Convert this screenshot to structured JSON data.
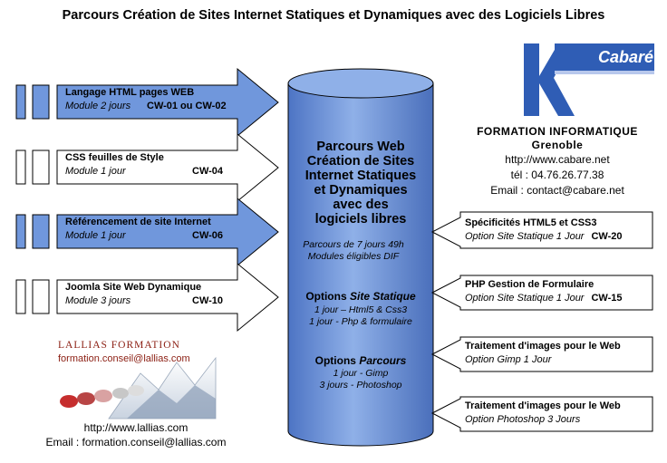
{
  "title": "Parcours Création de Sites Internet Statiques et Dynamiques avec des Logiciels Libres",
  "colors": {
    "blue": "#7097dc",
    "blue_dark": "#4e72b5",
    "border": "#000000"
  },
  "modules": [
    {
      "title": "Langage HTML pages WEB",
      "duration": "Module 2 jours",
      "code": "CW-01 ou CW-02",
      "highlight": true
    },
    {
      "title": "CSS feuilles de Style",
      "duration": "Module 1 jour",
      "code": "CW-04",
      "highlight": false
    },
    {
      "title": "Référencement de site Internet",
      "duration": "Module 1 jour",
      "code": "CW-06",
      "highlight": true
    },
    {
      "title": "Joomla Site Web Dynamique",
      "duration": "Module 3 jours",
      "code": "CW-10",
      "highlight": false
    }
  ],
  "center": {
    "title_lines": [
      "Parcours Web",
      "Création de Sites",
      "Internet Statiques",
      "et Dynamiques",
      "avec des",
      "logiciels libres"
    ],
    "subtitle_lines": [
      "Parcours de 7 jours 49h",
      "Modules éligibles DIF"
    ],
    "opt1_prefix": "Options ",
    "opt1_emph": "Site Statique",
    "opt1_lines": [
      "1 jour – Html5 & Css3",
      "1 jour  - Php & formulaire"
    ],
    "opt2_prefix": "Options ",
    "opt2_emph": "Parcours",
    "opt2_lines": [
      "1 jour - Gimp",
      "3 jours  - Photoshop"
    ]
  },
  "options": [
    {
      "title": "Spécificités HTML5 et CSS3",
      "sub": "Option Site Statique 1 Jour",
      "code": "CW-20"
    },
    {
      "title": "PHP Gestion de Formulaire",
      "sub": "Option Site Statique 1 Jour",
      "code": "CW-15"
    },
    {
      "title": "Traitement d'images pour le Web",
      "sub": "Option Gimp 1 Jour",
      "code": ""
    },
    {
      "title": "Traitement d'images pour le Web",
      "sub": "Option Photoshop 3 Jours",
      "code": ""
    }
  ],
  "cabare": {
    "logo_text": "Cabaré",
    "logo_letter": "K",
    "name": "FORMATION INFORMATIQUE",
    "city": "Grenoble",
    "url": "http://www.cabare.net",
    "phone": "tél : 04.76.26.77.38",
    "email": "Email : contact@cabare.net"
  },
  "lallias": {
    "brand": "LALLIAS FORMATION",
    "email_short": "formation.conseil@lallias.com",
    "url": "http://www.lallias.com",
    "email": "Email : formation.conseil@lallias.com"
  }
}
